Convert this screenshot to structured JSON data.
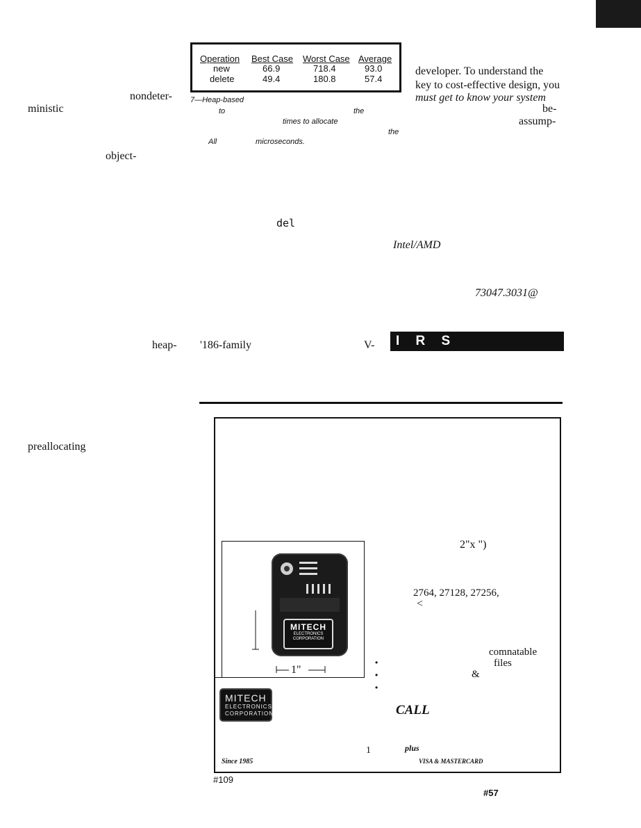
{
  "table": {
    "headers": [
      "Operation",
      "Best Case",
      "Worst Case",
      "Average"
    ],
    "rows": [
      [
        "new",
        "66.9",
        "718.4",
        "93.0"
      ],
      [
        "delete",
        "49.4",
        "180.8",
        "57.4"
      ]
    ]
  },
  "caption": {
    "label": "7—Heap-based",
    "w_to": "to",
    "w_the1": "the",
    "w_times": "times to allocate",
    "w_the2": "the",
    "w_all": "All",
    "w_micro": "microseconds."
  },
  "left_column": {
    "nondeter": "nondeter-",
    "ministic": "ministic",
    "object": "object-",
    "preallocating": "preallocating",
    "heap": "heap-"
  },
  "middle_column": {
    "del": "del",
    "family": "'186-family",
    "v": "V-"
  },
  "right_column": {
    "line_developer": "developer. To understand the",
    "line_key": "key to cost-effective design, you",
    "line_must": "must get to know your system",
    "frag_be": "be-",
    "frag_assump": "assump-",
    "intel_amd": "Intel/AMD",
    "email_frag": "73047.3031@"
  },
  "irs_bar": {
    "text": "I R S"
  },
  "ad": {
    "dimension": "2\"x      \")",
    "chips": "2764, 27128, 27256,",
    "lt": "<",
    "compatible": "comnatable",
    "files": "files",
    "amp": "&",
    "call": "CALL",
    "one": "1",
    "plus": "plus",
    "since": "Since 1985",
    "visa": "VISA & MASTERCARD",
    "image_label": "1\"",
    "device_brand": "MITECH",
    "device_sub": [
      "ELECTRONICS",
      "CORPORATION"
    ],
    "logo_brand": "MITECH",
    "logo_sub": [
      "ELECTRONICS",
      "CORPORATION"
    ]
  },
  "footer": {
    "left_ref": "#109",
    "right_ref": "#57"
  }
}
